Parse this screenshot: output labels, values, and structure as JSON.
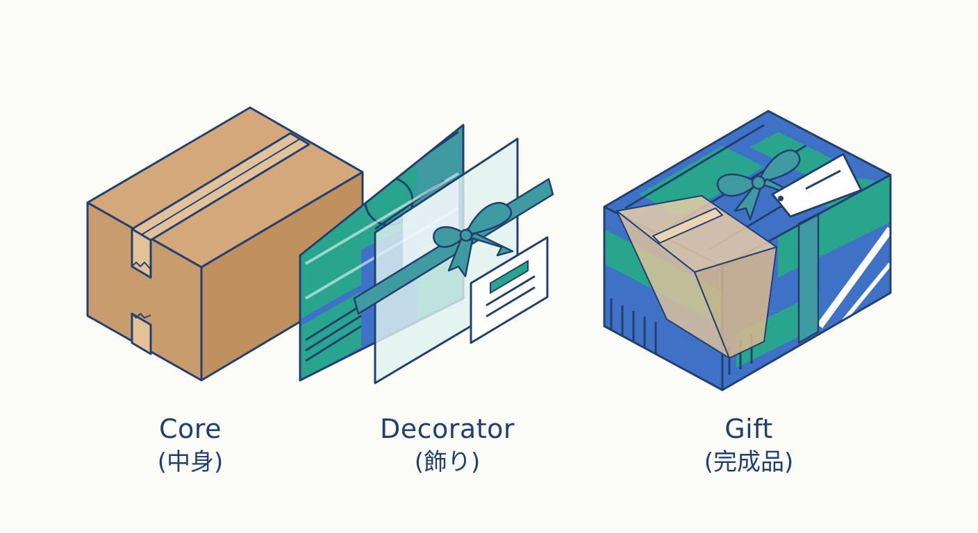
{
  "colors": {
    "outline": "#22406f",
    "cardboard_top": "#d4a87a",
    "cardboard_front": "#c99c6d",
    "cardboard_side": "#c0905f",
    "tape": "#e3c299",
    "blue": "#3f72c6",
    "green": "#2aa58d",
    "teal": "#3f9aa1",
    "text": "#1f3f73",
    "background": "#fbfbf8"
  },
  "panels": [
    {
      "name": "core",
      "title": "Core",
      "subtitle": "(中身)",
      "icon": "cardboard-box-icon"
    },
    {
      "name": "decorator",
      "title": "Decorator",
      "subtitle": "(飾り)",
      "icon": "wrapping-layers-icon"
    },
    {
      "name": "gift",
      "title": "Gift",
      "subtitle": "(完成品)",
      "icon": "wrapped-gift-icon"
    }
  ]
}
